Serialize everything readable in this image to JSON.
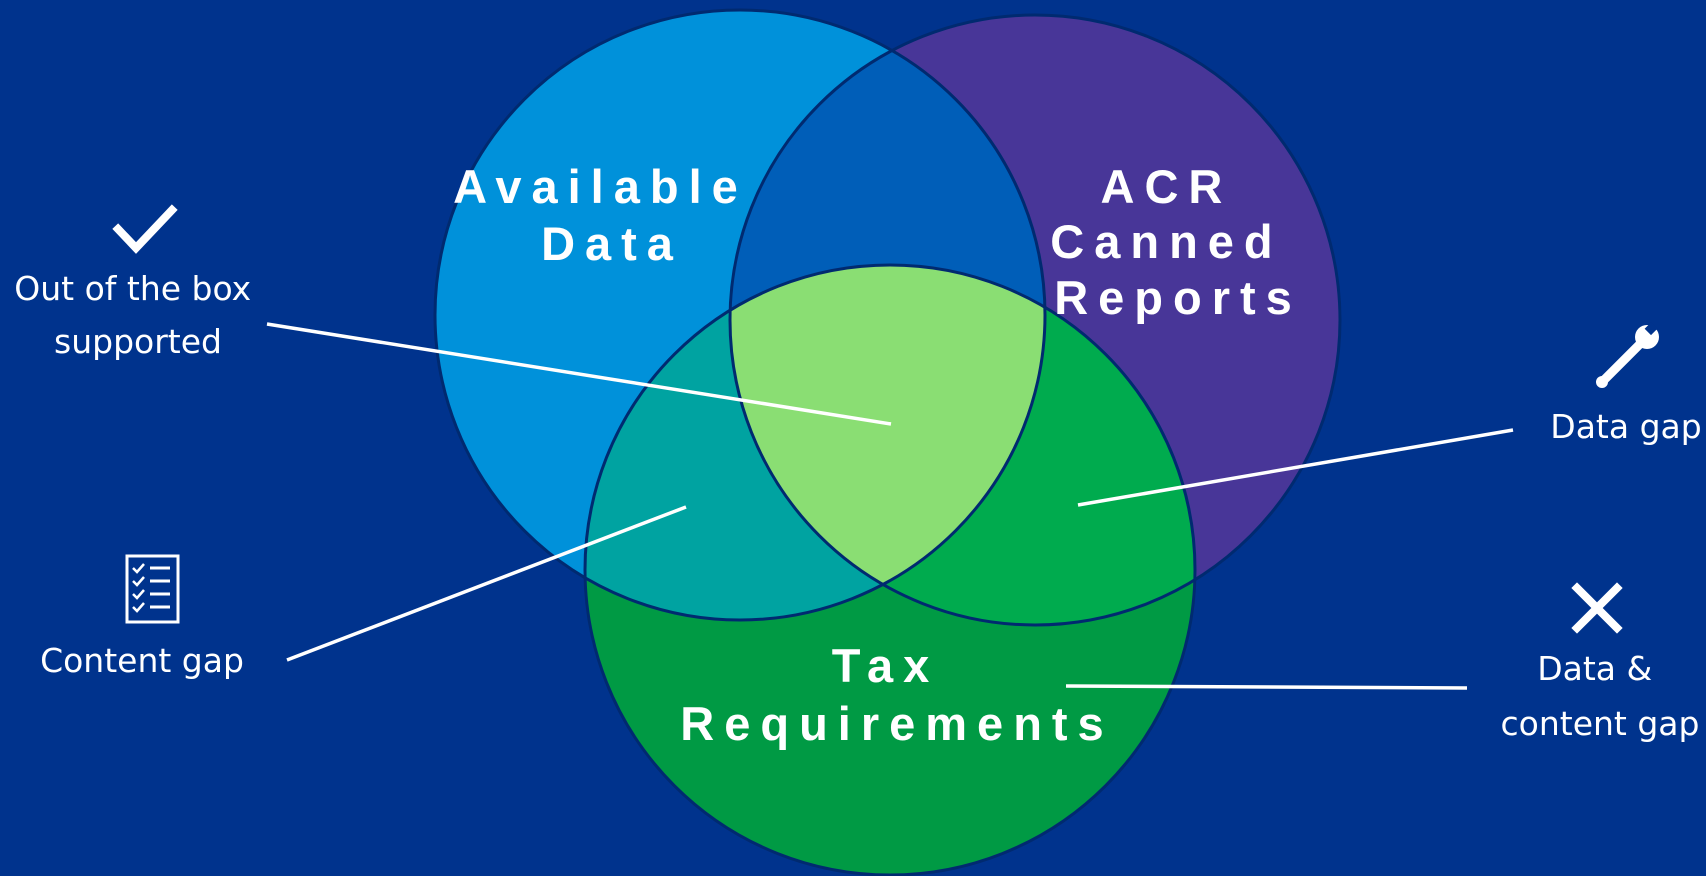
{
  "colors": {
    "background": "#00338d",
    "available_data": "#0091da",
    "acr_canned_reports": "#483698",
    "tax_requirements": "#009a44",
    "available_and_acr": "#005eb8",
    "available_and_tax": "#00a3a1",
    "acr_and_tax": "#00ab4e",
    "all_three": "#8ade73",
    "outline": "#002a70"
  },
  "circles": {
    "available_data": {
      "lines": [
        "Available",
        "Data"
      ]
    },
    "acr_canned_reports": {
      "lines": [
        "ACR",
        "Canned",
        "Reports"
      ]
    },
    "tax_requirements": {
      "lines": [
        "Tax",
        "Requirements"
      ]
    }
  },
  "legend": {
    "out_of_box": {
      "icon": "checkmark-icon",
      "lines": [
        "Out of the box",
        "supported"
      ]
    },
    "content_gap": {
      "icon": "checklist-icon",
      "lines": [
        "Content gap"
      ]
    },
    "data_gap": {
      "icon": "wrench-icon",
      "lines": [
        "Data gap"
      ]
    },
    "data_content_gap": {
      "icon": "cross-icon",
      "lines": [
        "Data &",
        "content gap"
      ]
    }
  }
}
